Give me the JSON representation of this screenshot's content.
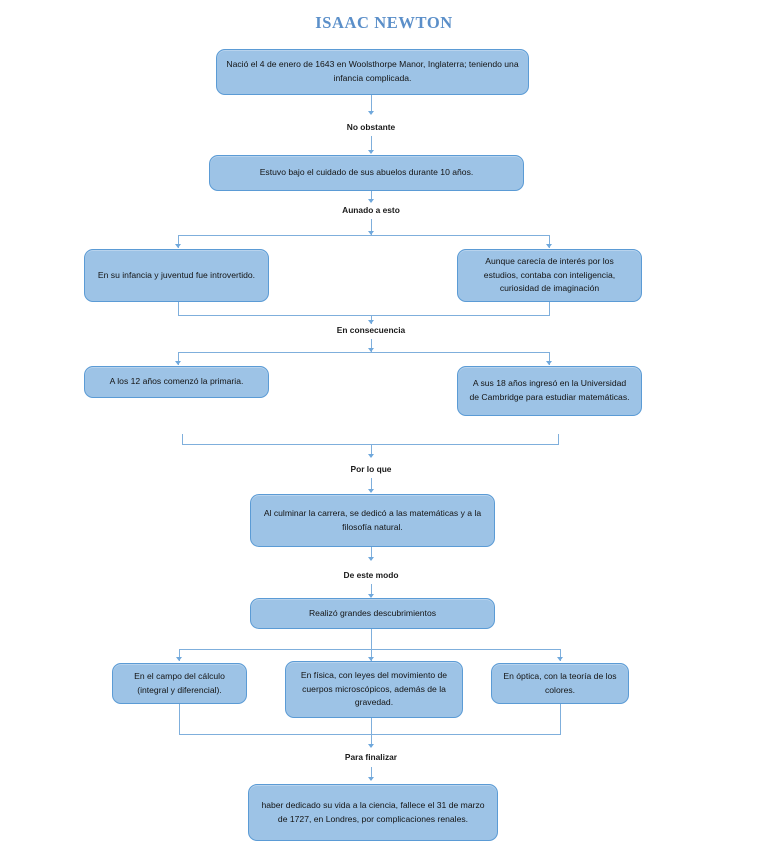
{
  "document": {
    "title": "ISAAC NEWTON",
    "title_color": "#5B8FC9",
    "background": "#FFFFFF"
  },
  "theme": {
    "box_fill": "#9DC3E6",
    "box_border": "#5B9BD5",
    "connector_color": "#7FAFDC",
    "text_color": "#141414"
  },
  "chart_data": {
    "type": "diagram",
    "title": "ISAAC NEWTON",
    "orientation": "top-to-bottom",
    "nodes": [
      {
        "id": "n1",
        "text": "Nació el 4 de enero de 1643 en Woolsthorpe Manor, Inglaterra; teniendo una infancia complicada."
      },
      {
        "id": "n2",
        "text": "Estuvo bajo el cuidado de sus abuelos durante 10 años."
      },
      {
        "id": "n3",
        "text": "En su infancia y juventud fue introvertido."
      },
      {
        "id": "n4",
        "text": "Aunque carecía de interés por los estudios, contaba con inteligencia, curiosidad de imaginación"
      },
      {
        "id": "n5",
        "text": "A los 12 años comenzó la primaria."
      },
      {
        "id": "n6",
        "text": "A sus 18 años ingresó en la Universidad de Cambridge para estudiar matemáticas."
      },
      {
        "id": "n7",
        "text": "Al culminar la carrera, se dedicó a las matemáticas y a la filosofía natural."
      },
      {
        "id": "n8",
        "text": "Realizó grandes descubrimientos"
      },
      {
        "id": "n9",
        "text": "En el campo del cálculo (integral y diferencial)."
      },
      {
        "id": "n10",
        "text": "En física, con leyes del movimiento de cuerpos microscópicos, además de la gravedad."
      },
      {
        "id": "n11",
        "text": "En óptica, con la teoría de los colores."
      },
      {
        "id": "n12",
        "text": "haber dedicado su vida a la ciencia, fallece el 31 de marzo de 1727, en Londres, por complicaciones renales."
      }
    ],
    "edge_labels": [
      {
        "id": "e1",
        "text": "No obstante"
      },
      {
        "id": "e2",
        "text": "Aunado a esto"
      },
      {
        "id": "e3",
        "text": "En consecuencia"
      },
      {
        "id": "e4",
        "text": "Por lo que"
      },
      {
        "id": "e5",
        "text": "De este modo"
      },
      {
        "id": "e6",
        "text": "Para finalizar"
      }
    ]
  },
  "nodes": {
    "n1": "Nació el 4 de enero de 1643 en Woolsthorpe Manor, Inglaterra; teniendo una infancia complicada.",
    "n2": "Estuvo bajo el cuidado de sus abuelos durante 10 años.",
    "n3": "En su infancia y juventud fue introvertido.",
    "n4": "Aunque carecía de interés por los estudios, contaba con inteligencia, curiosidad de imaginación",
    "n5": "A los 12 años comenzó la primaria.",
    "n6": "A sus 18 años ingresó en la Universidad de Cambridge para estudiar matemáticas.",
    "n7": "Al culminar la carrera, se dedicó a las matemáticas y a la filosofía natural.",
    "n8": "Realizó grandes descubrimientos",
    "n9": "En el campo del cálculo (integral y diferencial).",
    "n10": "En física, con leyes del movimiento de cuerpos microscópicos, además de la gravedad.",
    "n11": "En óptica, con la teoría de los colores.",
    "n12": "haber dedicado su vida a la ciencia, fallece el 31 de marzo de 1727, en Londres, por complicaciones renales."
  },
  "edge_labels": {
    "e1": "No obstante",
    "e2": "Aunado a esto",
    "e3": "En consecuencia",
    "e4": "Por lo que",
    "e5": "De este modo",
    "e6": "Para finalizar"
  }
}
